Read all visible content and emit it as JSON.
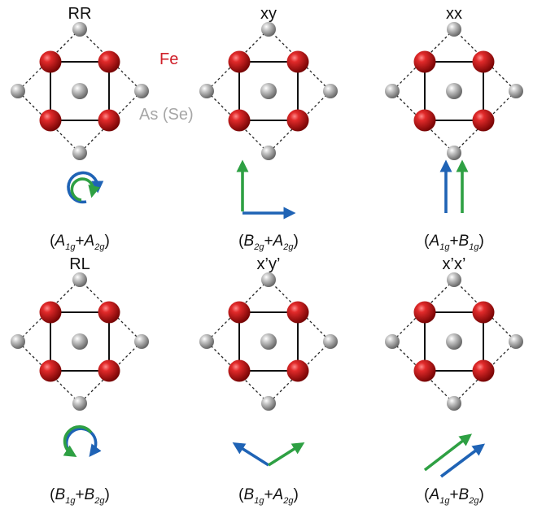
{
  "legend": {
    "fe_label": "Fe",
    "as_label": "As (Se)"
  },
  "panels": [
    {
      "polarization": "RR",
      "symmetry": {
        "a": "A",
        "a_sub": "1g",
        "b": "A",
        "b_sub": "2g"
      },
      "arrow_type": "circular-same"
    },
    {
      "polarization": "xy",
      "symmetry": {
        "a": "B",
        "a_sub": "2g",
        "b": "A",
        "b_sub": "2g"
      },
      "arrow_type": "linear-perpendicular"
    },
    {
      "polarization": "xx",
      "symmetry": {
        "a": "A",
        "a_sub": "1g",
        "b": "B",
        "b_sub": "1g"
      },
      "arrow_type": "linear-parallel"
    },
    {
      "polarization": "RL",
      "symmetry": {
        "a": "B",
        "a_sub": "1g",
        "b": "B",
        "b_sub": "2g"
      },
      "arrow_type": "circular-opposite"
    },
    {
      "polarization": "x’y’",
      "symmetry": {
        "a": "B",
        "a_sub": "1g",
        "b": "A",
        "b_sub": "2g"
      },
      "arrow_type": "diagonal-perpendicular"
    },
    {
      "polarization": "x’x’",
      "symmetry": {
        "a": "A",
        "a_sub": "1g",
        "b": "B",
        "b_sub": "2g"
      },
      "arrow_type": "diagonal-parallel"
    }
  ],
  "colors": {
    "fe": "#d0202a",
    "as": "#a6a6a6",
    "arrow_green": "#2ea043",
    "arrow_blue": "#1f63b5",
    "line": "#111111"
  }
}
